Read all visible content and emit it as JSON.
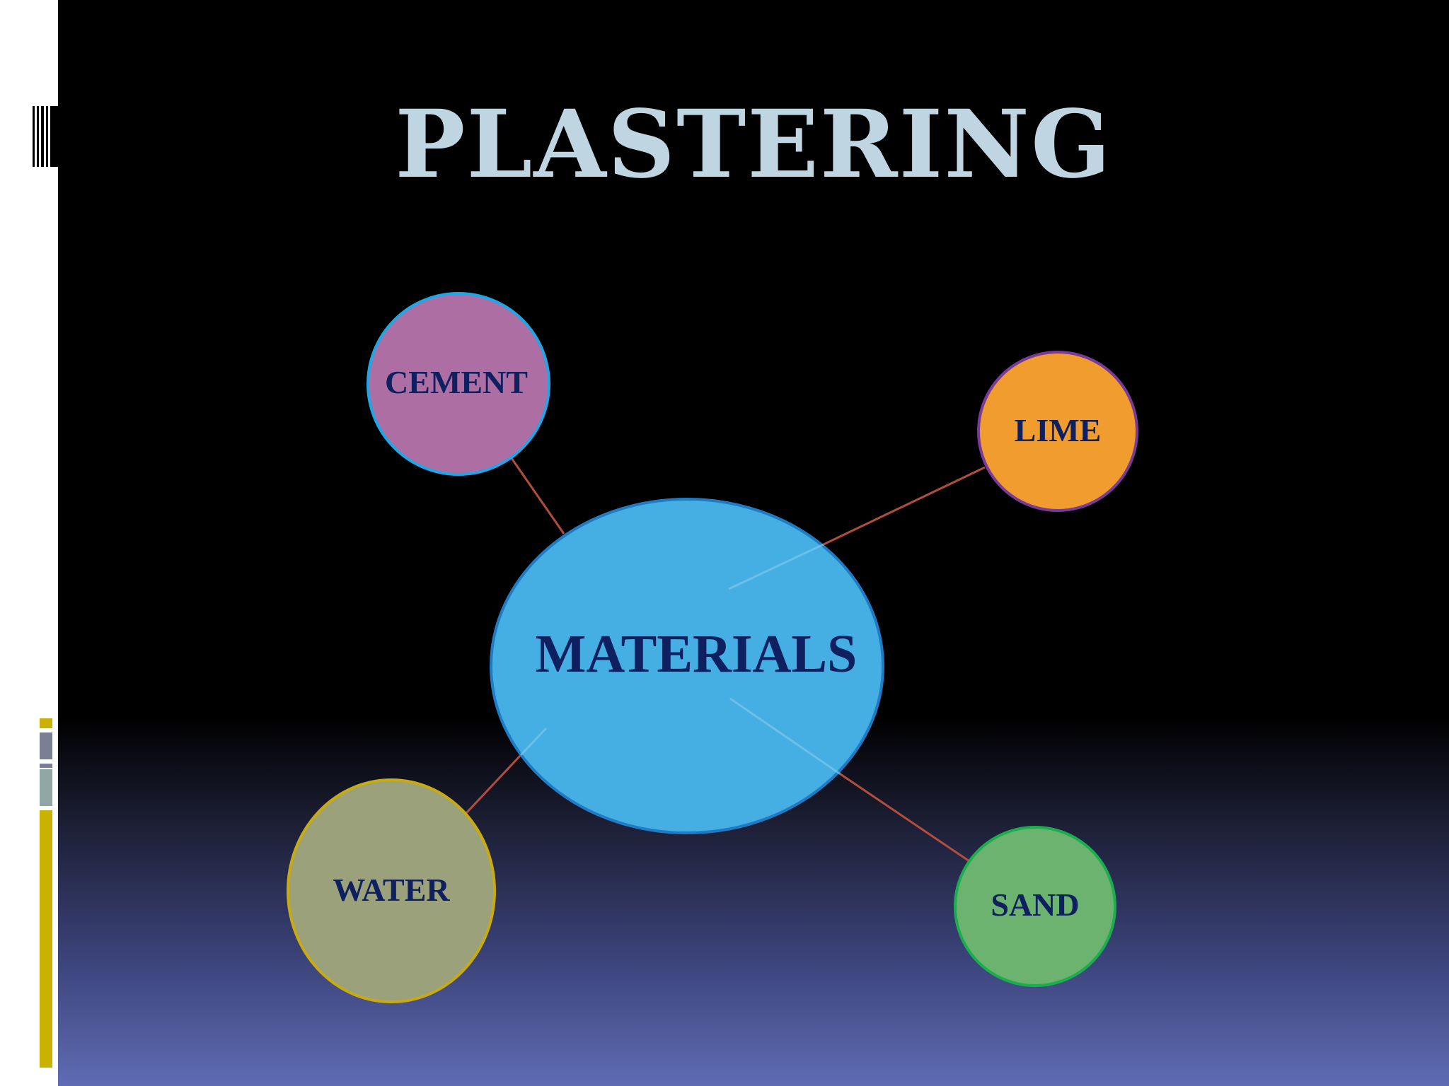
{
  "slide": {
    "title": "PLASTERING"
  },
  "diagram": {
    "center": {
      "label": "MATERIALS",
      "fill": "#45aee2",
      "stroke": "#1f7cc4"
    },
    "nodes": [
      {
        "id": "cement",
        "label": "CEMENT",
        "fill": "#ad6fa3",
        "stroke": "#1ea7e6"
      },
      {
        "id": "lime",
        "label": "LIME",
        "fill": "#f09c2e",
        "stroke": "#7a3a9a"
      },
      {
        "id": "water",
        "label": "WATER",
        "fill": "#9ba17a",
        "stroke": "#c8aa12"
      },
      {
        "id": "sand",
        "label": "SAND",
        "fill": "#6bb36e",
        "stroke": "#1aae4e"
      }
    ],
    "connector_color": "#b04e3e",
    "label_color": "#0f2060"
  },
  "colors": {
    "title": "#bfd6e2",
    "accent_bar": "#c9b200"
  }
}
